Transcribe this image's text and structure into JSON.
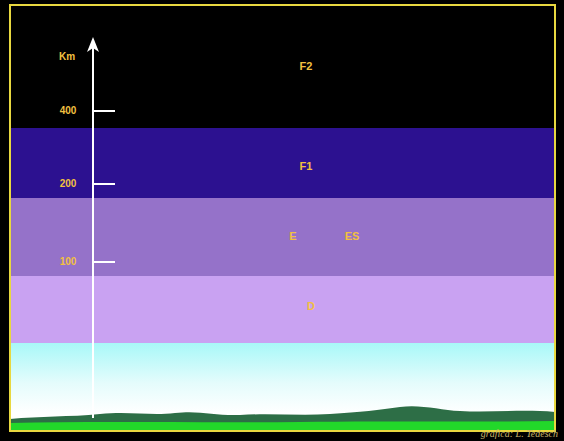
{
  "diagram": {
    "nodes": [
      {
        "text": [
          "F2"
        ]
      },
      {
        "text": [
          "F1"
        ]
      },
      {
        "text": [
          "E",
          "ES"
        ]
      },
      {
        "text": [
          "D"
        ]
      }
    ],
    "labels": [
      "Km",
      "400",
      "200",
      "100",
      "grafica: L. Tedesch"
    ]
  }
}
